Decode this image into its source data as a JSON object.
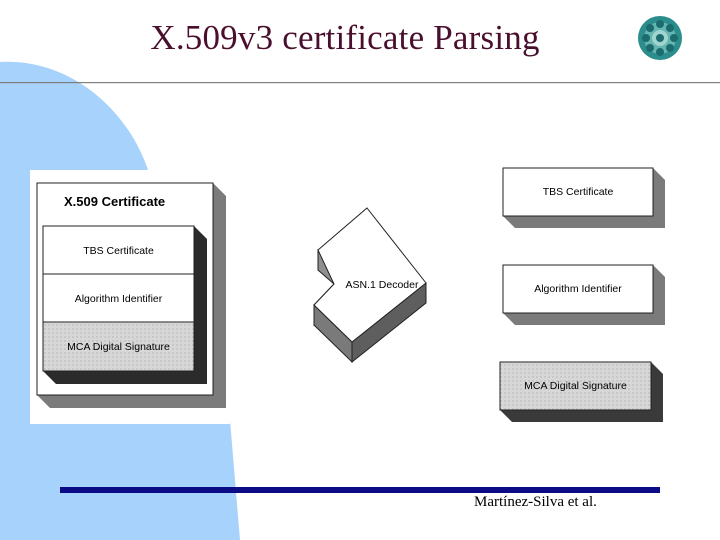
{
  "slide": {
    "title": "X.509v3 certificate Parsing",
    "footer": "Martínez-Silva et al.",
    "logo": "institution-logo-icon"
  },
  "certificate": {
    "heading": "X.509 Certificate",
    "fields": [
      "TBS Certificate",
      "Algorithm Identifier",
      "MCA Digital Signature"
    ]
  },
  "decoder": {
    "label": "ASN.1 Decoder"
  },
  "outputs": [
    "TBS Certificate",
    "Algorithm Identifier",
    "MCA Digital Signature"
  ],
  "colors": {
    "title": "#4b0f2e",
    "accent_blue": "#a6d2fb",
    "rule_navy": "#0b0b86",
    "box_shadow": "#7b7b7b",
    "signature_fill": "#d7d7d7"
  }
}
